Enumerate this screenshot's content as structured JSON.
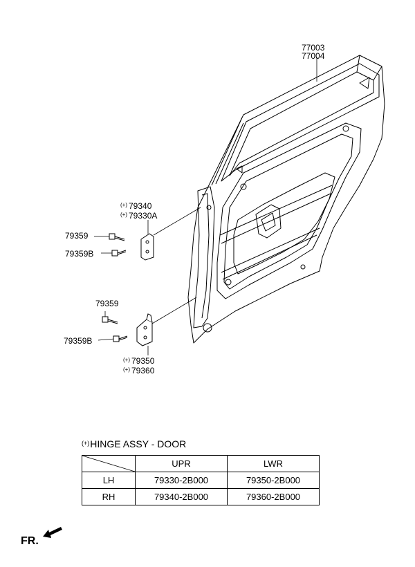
{
  "diagram": {
    "callouts": {
      "door_panel": [
        "77003",
        "77004"
      ],
      "upper_hinge": [
        {
          "mark": "(+)",
          "text": "79340"
        },
        {
          "mark": "(+)",
          "text": "79330A"
        }
      ],
      "upper_bolt": "79359",
      "upper_bolt_b": "79359B",
      "lower_bolt": "79359",
      "lower_bolt_b": "79359B",
      "lower_hinge": [
        {
          "mark": "(+)",
          "text": "79350"
        },
        {
          "mark": "(+)",
          "text": "79360"
        }
      ]
    }
  },
  "legend": {
    "mark": "(+)",
    "title": "HINGE ASSY - DOOR",
    "table": {
      "columns": [
        "UPR",
        "LWR"
      ],
      "rows": [
        {
          "label": "LH",
          "upr": "79330-2B000",
          "lwr": "79350-2B000"
        },
        {
          "label": "RH",
          "upr": "79340-2B000",
          "lwr": "79360-2B000"
        }
      ]
    }
  },
  "front_indicator": {
    "label": "FR."
  }
}
